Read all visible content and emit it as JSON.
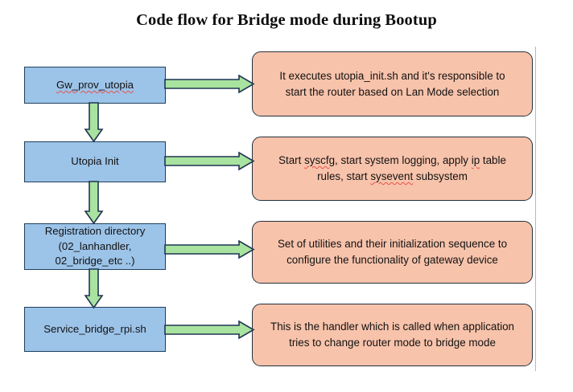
{
  "diagram": {
    "title": "Code flow for Bridge mode during Bootup",
    "type": "flowchart",
    "colors": {
      "stage_fill": "#9CC3E8",
      "stage_border": "#20405C",
      "description_fill": "#F8C3AB",
      "description_border": "#24303D",
      "arrow_fill": "#A9E3A0",
      "arrow_border": "#1F3552",
      "title_text": "#0D0D0D",
      "edge_rule": "#B9B9B9"
    },
    "stages": [
      {
        "id": "gw-prov-utopia",
        "lines": [
          "Gw_prov_utopia"
        ],
        "spellcheck_flagged": [
          "Gw_prov_utopia"
        ]
      },
      {
        "id": "utopia-init",
        "lines": [
          "Utopia Init"
        ],
        "spellcheck_flagged": []
      },
      {
        "id": "registration-directory",
        "lines": [
          "Registration directory",
          "(02_lanhandler,",
          "02_bridge_etc ..)"
        ],
        "spellcheck_flagged": []
      },
      {
        "id": "service-bridge-rpi-sh",
        "lines": [
          "Service_bridge_rpi.sh"
        ],
        "spellcheck_flagged": []
      }
    ],
    "descriptions": [
      {
        "id": "desc-gw-prov-utopia",
        "lines": [
          "It executes utopia_init.sh and it's responsible to",
          "start the router based  on Lan Mode selection"
        ]
      },
      {
        "id": "desc-utopia-init",
        "line1_a": "Start ",
        "line1_b": "syscfg",
        "line1_c": ", start system logging, apply ",
        "line1_d": "ip",
        "line1_e": " table",
        "line2_a": "rules, start ",
        "line2_b": "sysevent",
        "line2_c": " subsystem",
        "spellcheck_flagged": [
          "syscfg",
          "ip",
          "sysevent"
        ]
      },
      {
        "id": "desc-registration-directory",
        "lines": [
          "Set of utilities and their initialization sequence to",
          "configure  the functionality of gateway device"
        ]
      },
      {
        "id": "desc-service-bridge-rpi-sh",
        "lines": [
          "This is the handler which is called when application",
          "tries to change router mode to bridge mode"
        ]
      }
    ],
    "connectors": {
      "vertical_count": 3,
      "horizontal_count": 4,
      "direction": "downward-and-rightward"
    }
  }
}
